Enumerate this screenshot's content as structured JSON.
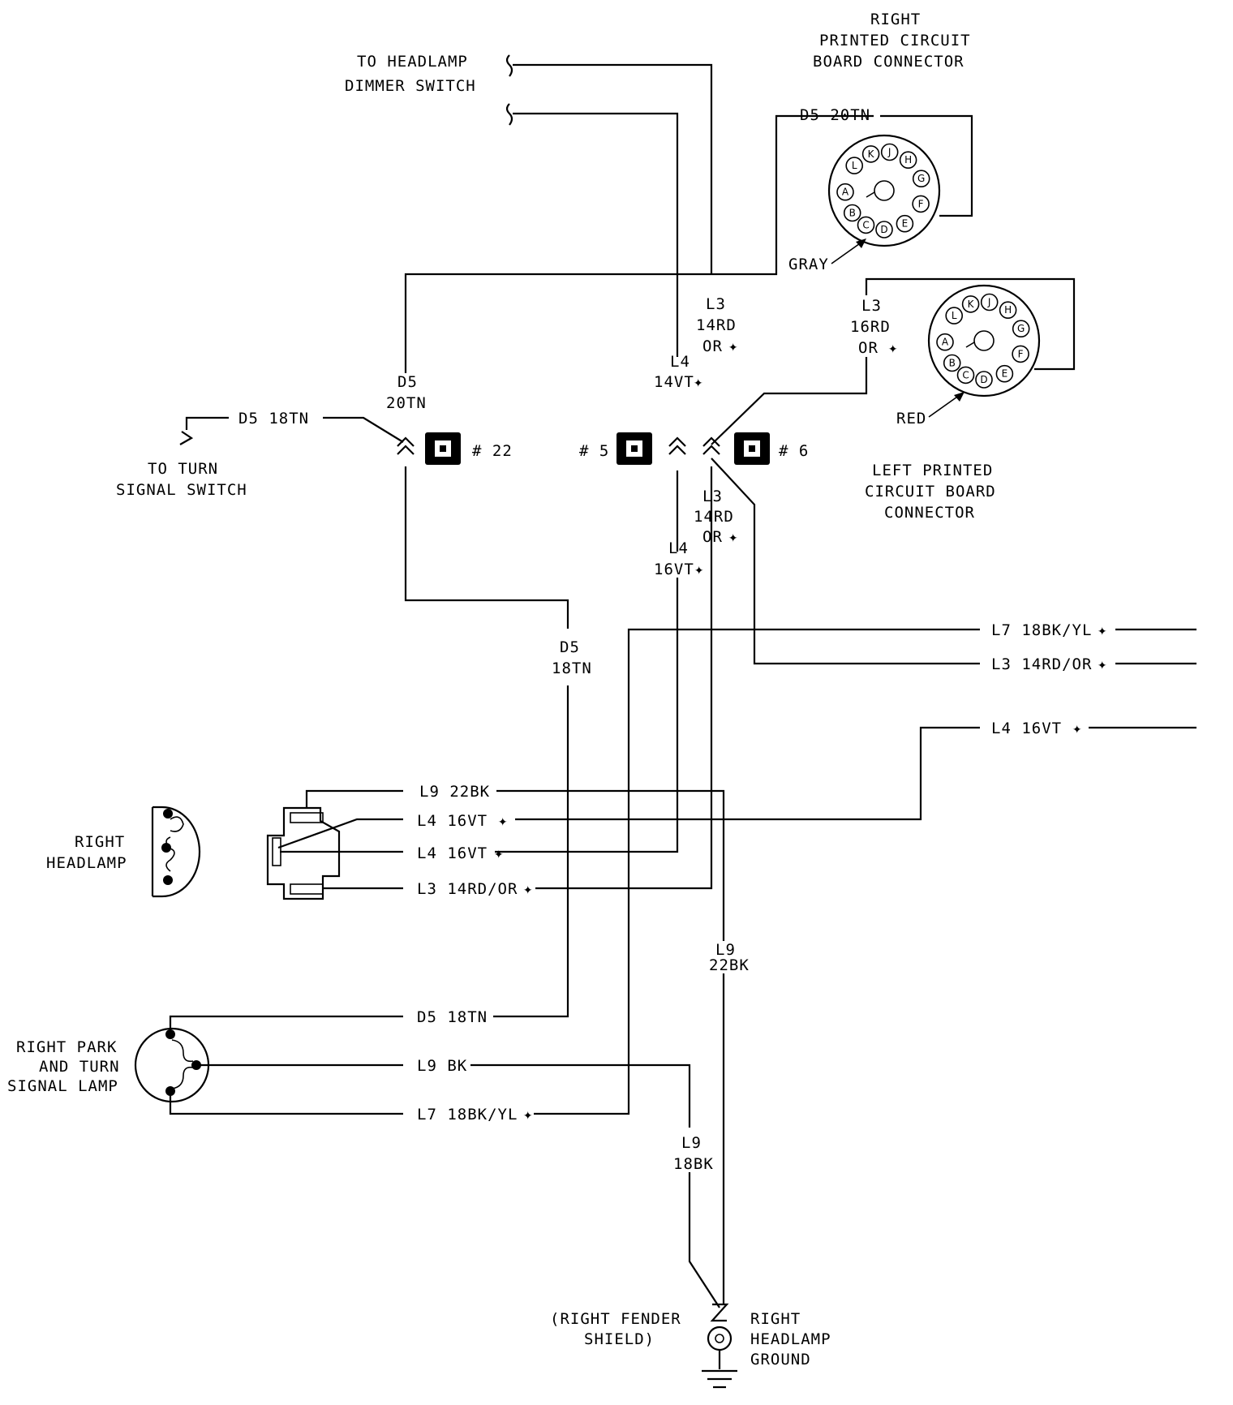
{
  "diagram": {
    "labels": {
      "to_headlamp_l1": "TO HEADLAMP",
      "to_headlamp_l2": "DIMMER SWITCH",
      "right_pcb_l1": "RIGHT",
      "right_pcb_l2": "PRINTED CIRCUIT",
      "right_pcb_l3": "BOARD CONNECTOR",
      "d5_20tn_top": "D5 20TN",
      "gray": "GRAY",
      "red": "RED",
      "l3_top": "L3",
      "l3_top_g1": "14RD",
      "l3_top_g2": "OR",
      "l3_right": "L3",
      "l3_right_g1": "16RD",
      "l3_right_g2": "OR",
      "l4_top": "L4",
      "l4_top_g": "14VT",
      "d5_mid": "D5",
      "d5_mid_g": "20TN",
      "d5_18tn": "D5 18TN",
      "to_turn_l1": "TO TURN",
      "to_turn_l2": "SIGNAL SWITCH",
      "conn_22": "# 22",
      "conn_5": "# 5",
      "conn_6": "# 6",
      "left_pcb_l1": "LEFT PRINTED",
      "left_pcb_l2": "CIRCUIT BOARD",
      "left_pcb_l3": "CONNECTOR",
      "l3_below": "L3",
      "l3_below_g1": "14RD",
      "l3_below_g2": "OR",
      "l4_below": "L4",
      "l4_below_g": "16VT",
      "d5_lower": "D5",
      "d5_lower_g": "18TN",
      "l7_right": "L7 18BK/YL",
      "l3_right_run": "L3 14RD/OR",
      "l4_right_run": "L4 16VT",
      "l9_22bk": "L9 22BK",
      "l4_16vt_a": "L4 16VT",
      "l4_16vt_b": "L4 16VT",
      "l3_14rd_or": "L3 14RD/OR",
      "right_headlamp_l1": "RIGHT",
      "right_headlamp_l2": "HEADLAMP",
      "l9_vert": "L9",
      "l9_vert_g": "22BK",
      "d5_18tn_lamp": "D5 18TN",
      "l9_bk": "L9 BK",
      "l7_lamp": "L7 18BK/YL",
      "park_l1": "RIGHT PARK",
      "park_l2": "AND TURN",
      "park_l3": "SIGNAL LAMP",
      "l9_low": "L9",
      "l9_low_g": "18BK",
      "fender_l1": "(RIGHT FENDER",
      "fender_l2": "SHIELD)",
      "ground_l1": "RIGHT",
      "ground_l2": "HEADLAMP",
      "ground_l3": "GROUND"
    },
    "connector_pins": [
      "A",
      "B",
      "C",
      "D",
      "E",
      "F",
      "G",
      "H",
      "J",
      "K",
      "L"
    ],
    "wire_color": "#000000"
  }
}
